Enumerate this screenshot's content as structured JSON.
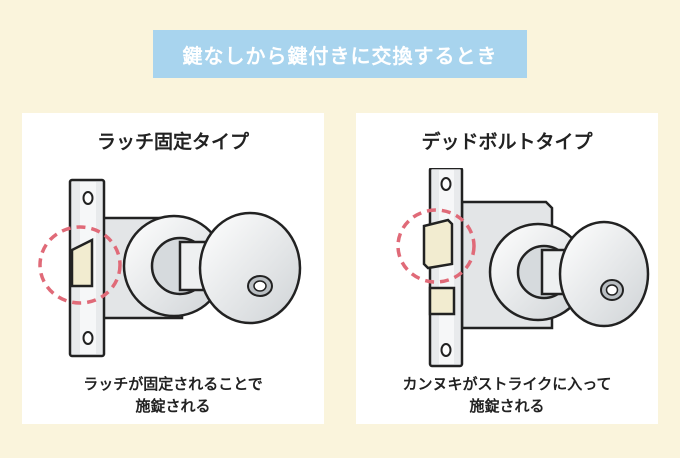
{
  "banner": {
    "title": "鍵なしから鍵付きに交換するとき"
  },
  "cards": [
    {
      "title": "ラッチ固定タイプ",
      "caption_line1": "ラッチが固定されることで",
      "caption_line2": "施錠される"
    },
    {
      "title": "デッドボルトタイプ",
      "caption_line1": "カンヌキがストライクに入って",
      "caption_line2": "施錠される"
    }
  ],
  "colors": {
    "background": "#faf4dc",
    "banner": "#a8d4ee",
    "highlight_circle": "#e06a78",
    "latch": "#f2ecd0"
  }
}
